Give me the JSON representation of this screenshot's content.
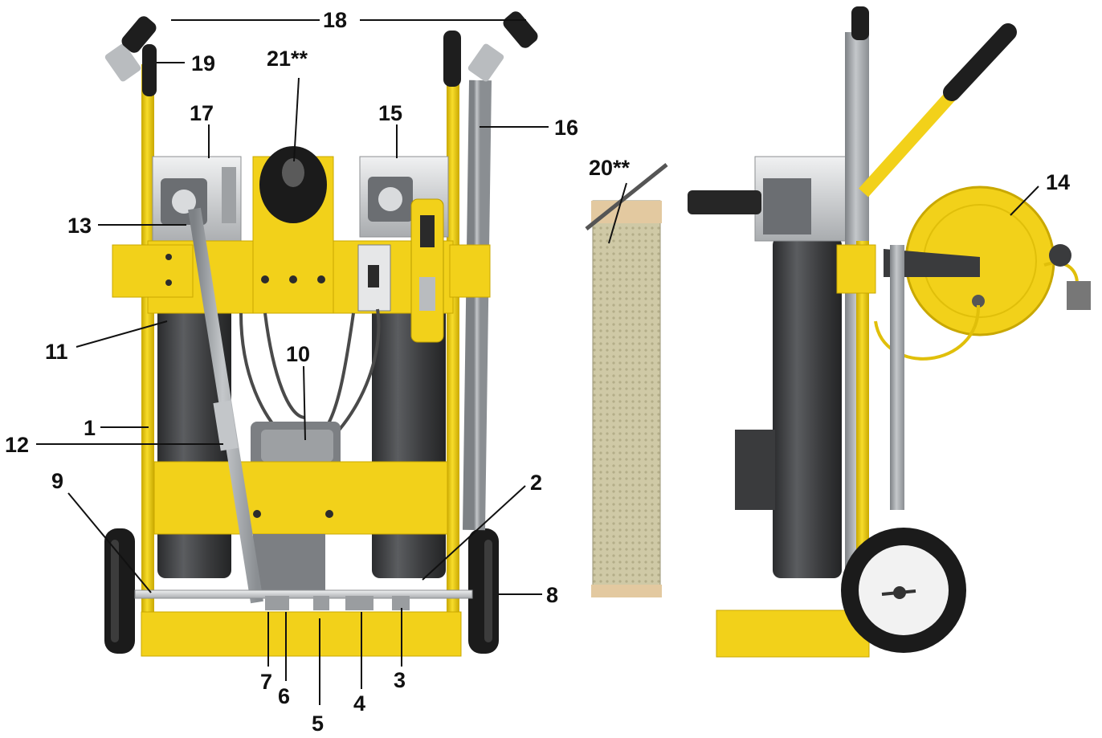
{
  "colors": {
    "frame_yellow": "#F2D11A",
    "frame_yellow_dark": "#C9A800",
    "housing_dark": "#3A3B3D",
    "hose_gray": "#A3A7AB",
    "steel": "#D6D8DA",
    "grip_black": "#1E1E1E",
    "element_tan": "#C8C2A0",
    "label_text": "#111111"
  },
  "icons": {
    "wheel": "wheel-icon",
    "filter_housing": "filter-housing-icon",
    "pump": "pump-icon",
    "hose_reel": "hose-reel-icon",
    "plug": "power-plug-icon",
    "switch": "switch-box-icon"
  },
  "callouts": [
    {
      "id": "c1",
      "text": "1"
    },
    {
      "id": "c2",
      "text": "2"
    },
    {
      "id": "c3",
      "text": "3"
    },
    {
      "id": "c4",
      "text": "4"
    },
    {
      "id": "c5",
      "text": "5"
    },
    {
      "id": "c6",
      "text": "6"
    },
    {
      "id": "c7",
      "text": "7"
    },
    {
      "id": "c8",
      "text": "8"
    },
    {
      "id": "c9",
      "text": "9"
    },
    {
      "id": "c10",
      "text": "10"
    },
    {
      "id": "c11",
      "text": "11"
    },
    {
      "id": "c12",
      "text": "12"
    },
    {
      "id": "c13",
      "text": "13"
    },
    {
      "id": "c14",
      "text": "14"
    },
    {
      "id": "c15",
      "text": "15"
    },
    {
      "id": "c16",
      "text": "16"
    },
    {
      "id": "c17",
      "text": "17"
    },
    {
      "id": "c18",
      "text": "18"
    },
    {
      "id": "c19",
      "text": "19"
    },
    {
      "id": "c20",
      "text": "20**"
    },
    {
      "id": "c21",
      "text": "21**"
    }
  ]
}
